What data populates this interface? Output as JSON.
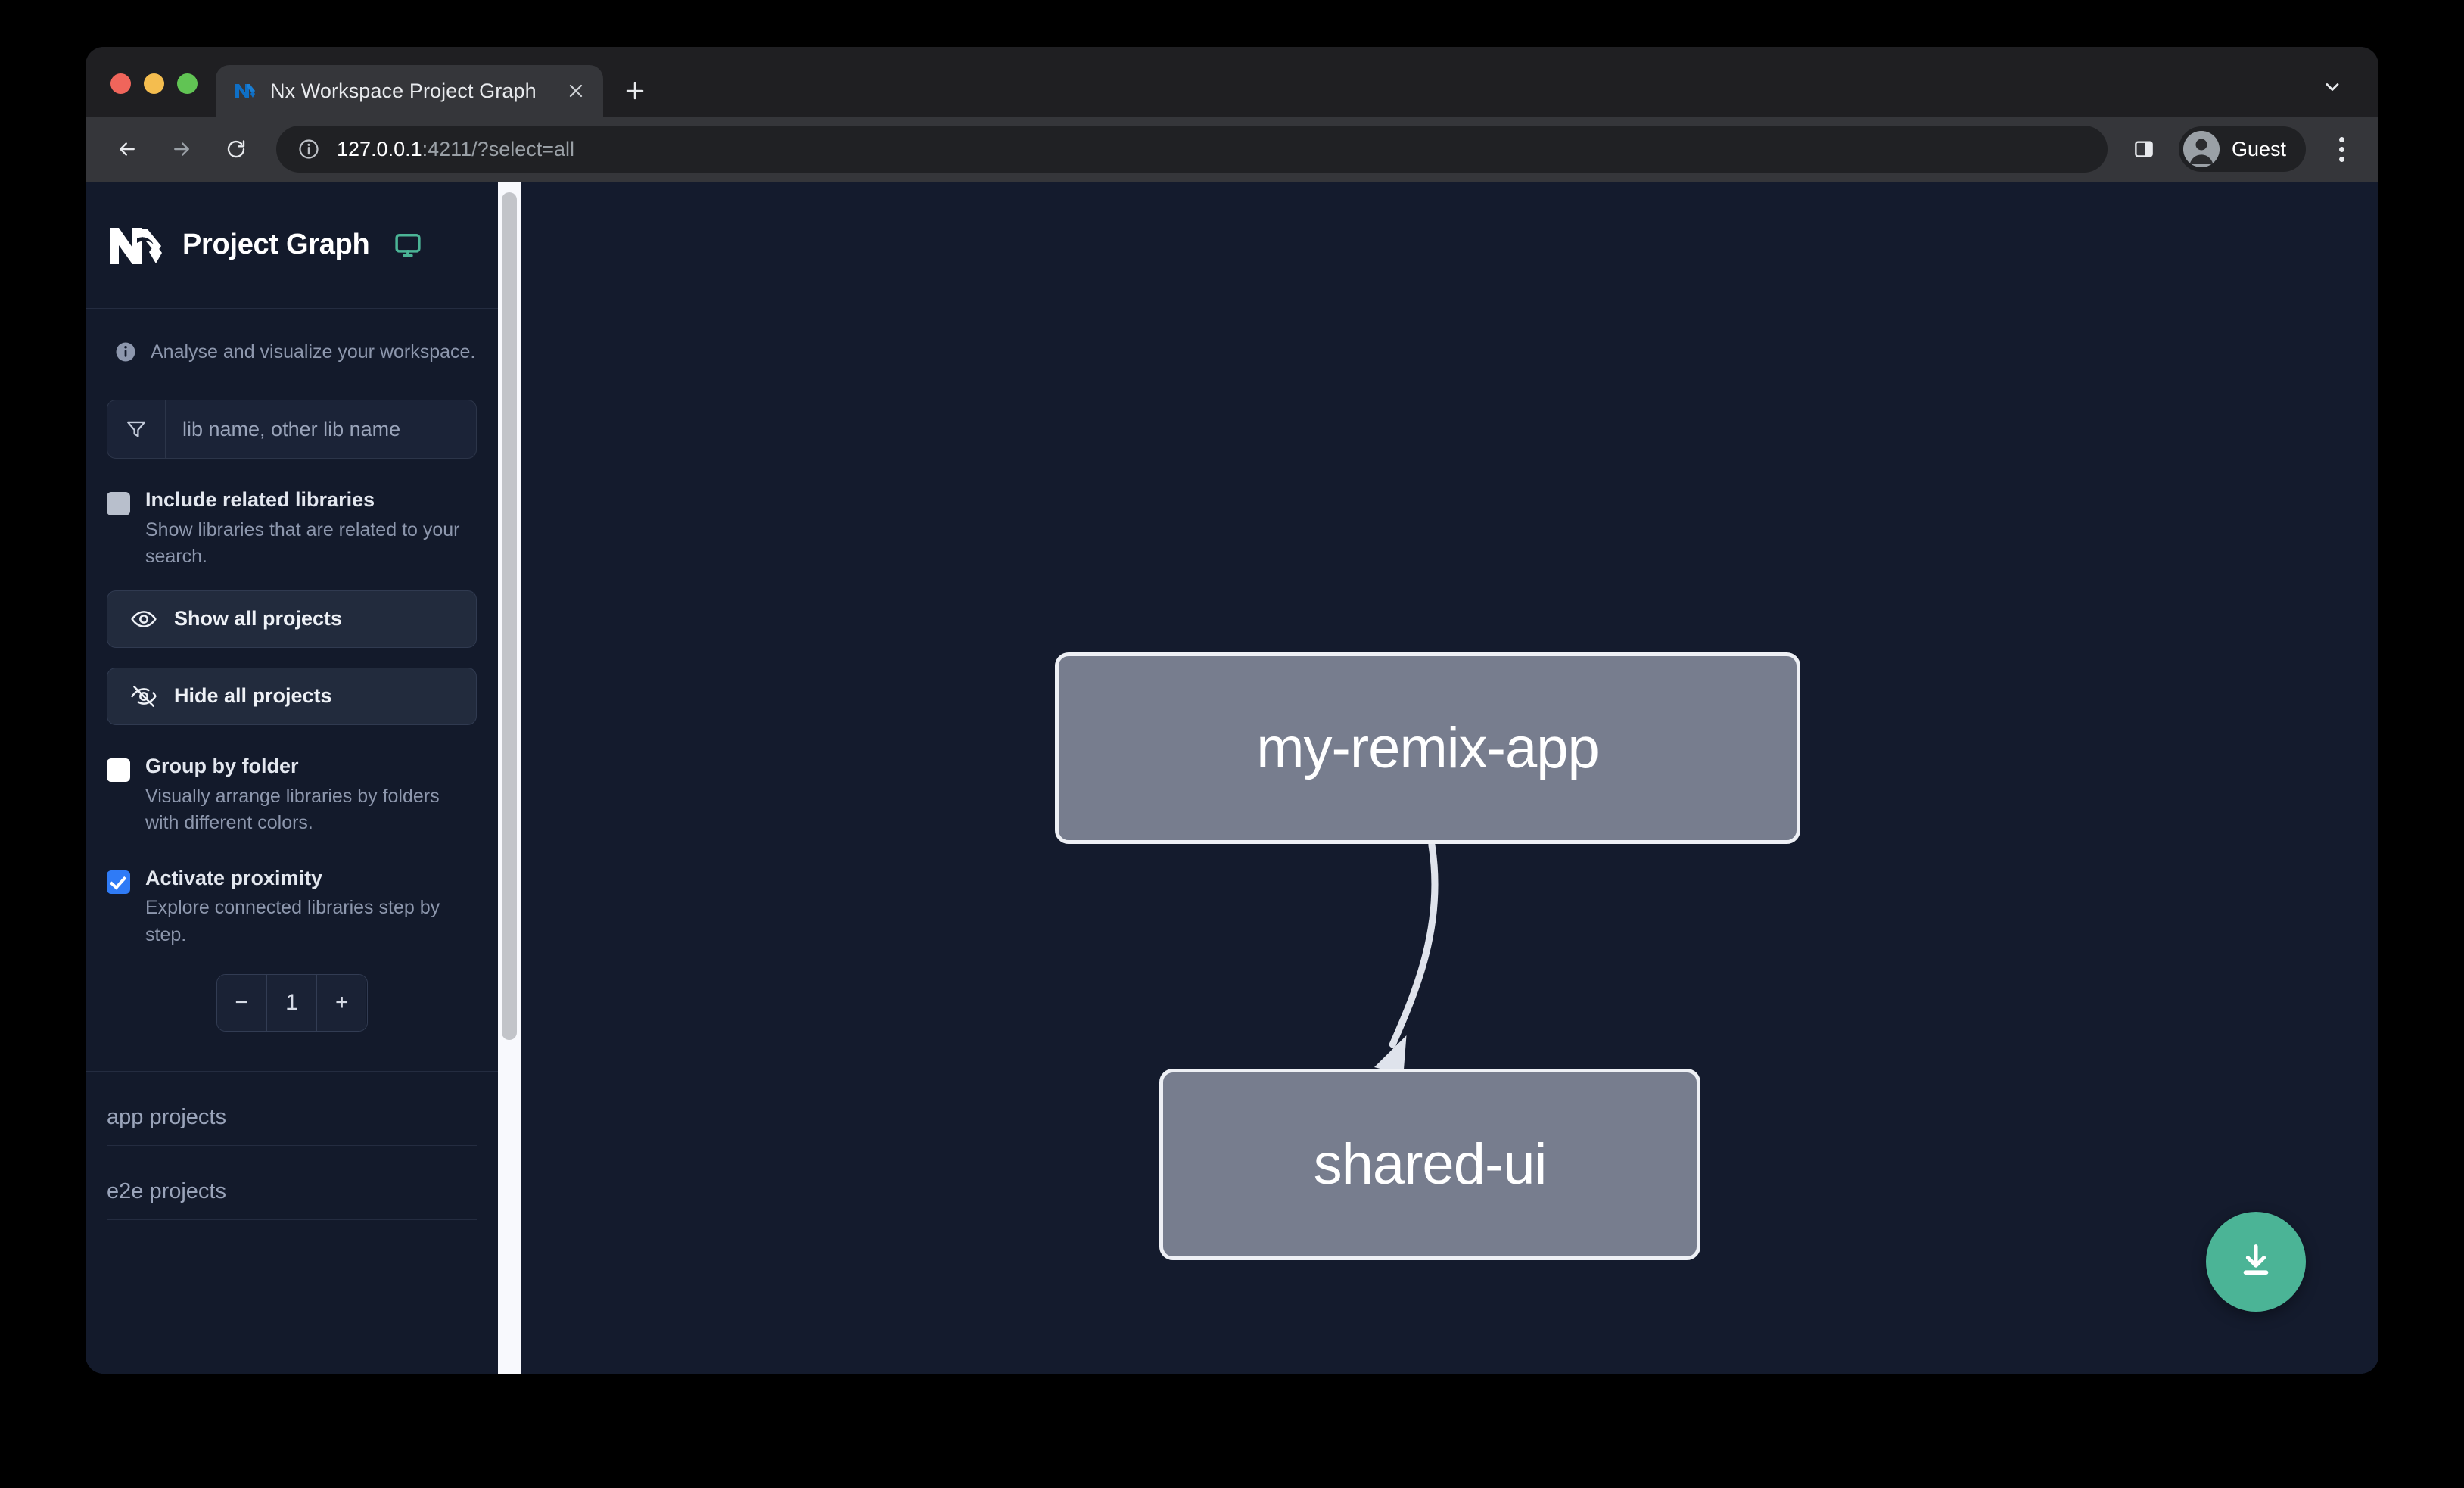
{
  "browser": {
    "tab": {
      "title": "Nx Workspace Project Graph",
      "favicon_icon": "nx-favicon-icon",
      "close_icon": "close-icon"
    },
    "new_tab_label": "+",
    "tabstrip_chevron_icon": "chevron-down-icon",
    "toolbar": {
      "back_icon": "back-arrow-icon",
      "forward_icon": "forward-arrow-icon",
      "reload_icon": "reload-icon",
      "info_icon": "info-circle-icon",
      "url_host": "127.0.0.1",
      "url_rest": ":4211/?select=all",
      "url_full": "127.0.0.1:4211/?select=all",
      "sidepanel_icon": "side-panel-icon",
      "profile_name": "Guest",
      "profile_icon": "person-avatar-icon",
      "menu_icon": "kebab-menu-icon"
    },
    "traffic_lights": {
      "close_color": "#f0655b",
      "minimize_color": "#f4bd4f",
      "zoom_color": "#61c454"
    }
  },
  "sidebar": {
    "logo_icon": "nx-logo-icon",
    "title": "Project Graph",
    "monitor_icon": "monitor-icon",
    "tagline": {
      "icon": "info-icon",
      "text": "Analyse and visualize your workspace."
    },
    "filter": {
      "icon": "funnel-filter-icon",
      "placeholder": "lib name, other lib name",
      "value": ""
    },
    "options": [
      {
        "id": "include-related-libraries",
        "label": "Include related libraries",
        "description": "Show libraries that are related to your search.",
        "checked": false,
        "checkbox_style": "grey"
      },
      {
        "id": "group-by-folder",
        "label": "Group by folder",
        "description": "Visually arrange libraries by folders with different colors.",
        "checked": false,
        "checkbox_style": "white"
      },
      {
        "id": "activate-proximity",
        "label": "Activate proximity",
        "description": "Explore connected libraries step by step.",
        "checked": true,
        "checkbox_style": "blue"
      }
    ],
    "buttons": [
      {
        "id": "show-all-projects",
        "label": "Show all projects",
        "icon": "eye-icon"
      },
      {
        "id": "hide-all-projects",
        "label": "Hide all projects",
        "icon": "eye-off-icon"
      }
    ],
    "proximity_stepper": {
      "decrement_label": "−",
      "value": "1",
      "increment_label": "+"
    },
    "project_groups": [
      {
        "id": "app-projects",
        "label": "app projects"
      },
      {
        "id": "e2e-projects",
        "label": "e2e projects"
      }
    ],
    "scrollbar": {
      "track_color": "#f8f9fd",
      "thumb_color": "#c2c4c9"
    }
  },
  "graph": {
    "background_color": "#141b2d",
    "node_fill": "#777d8e",
    "node_border": "#eef0f5",
    "edge_color": "#dfe3ec",
    "nodes": [
      {
        "id": "my-remix-app",
        "label": "my-remix-app"
      },
      {
        "id": "shared-ui",
        "label": "shared-ui"
      }
    ],
    "edges": [
      {
        "from": "my-remix-app",
        "to": "shared-ui",
        "arrow": true
      }
    ],
    "download_button": {
      "icon": "download-icon",
      "color": "#4bb496"
    }
  }
}
